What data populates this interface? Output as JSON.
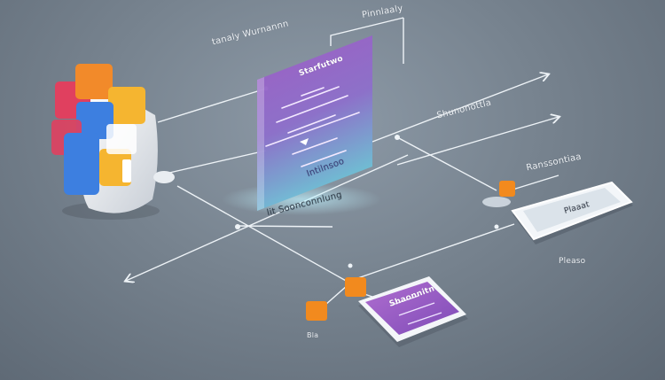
{
  "labels": {
    "top_left": "tanaly Wurnannn",
    "top_right": "Pinnlaaly",
    "panel_title": "Starfutwo",
    "panel_footer": "Intilnsoo",
    "center_left": "lit Soonconnlung",
    "mid_right": "Shunonottla",
    "far_right": "Ranssontiaa",
    "phone_right": "Plaaat",
    "below_phone": "Pleaso",
    "bottom_card": "Shaonnitn",
    "bottom_cube": "Bla"
  },
  "colors": {
    "background": "#77838f",
    "panel_purple": "#9a5fc4",
    "panel_teal": "#72c6d6",
    "cube_red": "#e0405f",
    "cube_orange": "#f28a2a",
    "cube_yellow": "#f5b530",
    "cube_blue": "#3d7fe0",
    "node_orange": "#f28a1e",
    "line_white": "#eef3f7"
  },
  "icons": [
    "cube-stack-icon",
    "arrow-icon",
    "orange-node-icon",
    "phone-device-icon",
    "purple-card-icon"
  ]
}
